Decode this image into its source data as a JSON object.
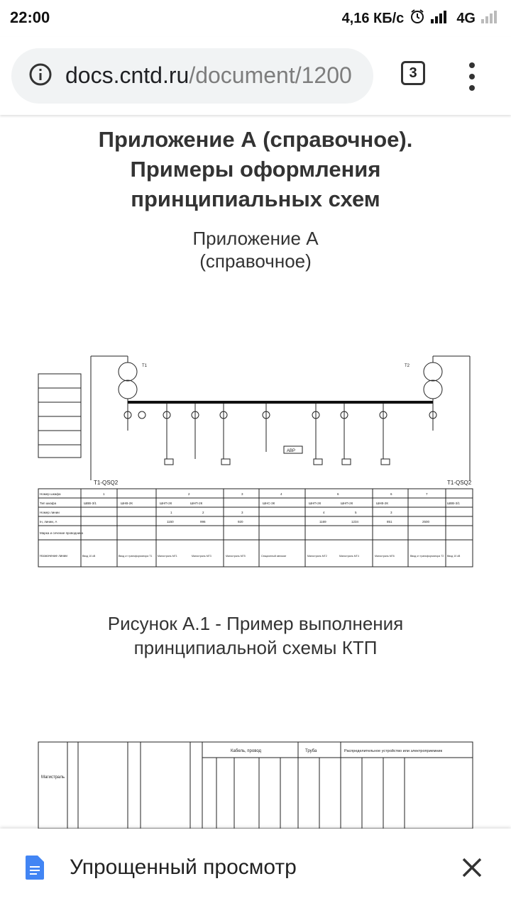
{
  "status_bar": {
    "time": "22:00",
    "net_speed": "4,16 КБ/с",
    "network": "4G"
  },
  "browser": {
    "url_domain": "docs.cntd.ru",
    "url_path": "/document/1200",
    "tab_count": "3"
  },
  "document": {
    "heading_line1": "Приложение А (справочное).",
    "heading_line2": "Примеры оформления",
    "heading_line3": "принципиальных схем",
    "subtitle_line1": "Приложение А",
    "subtitle_line2": "(справочное)",
    "caption_line1": "Рисунок А.1 - Пример выполнения",
    "caption_line2": "принципиальной схемы КТП"
  },
  "diagram": {
    "left_label": "T1-QSQ2",
    "right_label": "T1-QSQ2",
    "transformer_left": "T1",
    "transformer_right": "T2",
    "avr_label": "АВР",
    "row_labels": [
      "Номер шкафа",
      "Тип шкафа",
      "Номер линии",
      "Iн, линии, А",
      "Марка и сечение проводника",
      "Назначение линии"
    ],
    "cabinet_numbers": [
      "1",
      "2",
      "3",
      "4",
      "6",
      "6",
      "7"
    ],
    "cabinet_types": [
      "ШВВ-3/1",
      "ШНВ-2К",
      "ШНП-2К",
      "ШНП-2К",
      "ШНС-3К",
      "ШНП-2К",
      "ШНП-2К",
      "ШНВ-2К",
      "ШВВ-3/1"
    ],
    "line_numbers": [
      "1",
      "2",
      "3",
      "4",
      "5",
      "3"
    ],
    "currents": [
      "1150",
      "996",
      "920",
      "1169",
      "1234",
      "851",
      "2500"
    ],
    "purposes": [
      "Ввод 10 кВ",
      "Ввод от трансформатора Т1",
      "Магистраль МГ1",
      "Магистраль МГ3",
      "Магистраль МГ5",
      "Секционный автомат",
      "Магистраль МГ2",
      "Магистраль МГ4",
      "Магистраль МГ6",
      "Ввод от трансформатора Т2",
      "Ввод 10 кВ"
    ]
  },
  "table2": {
    "col_main": "Магистраль",
    "col_cable": "Кабель, провод",
    "col_pipe": "Труба",
    "col_device": "Распределительное устройство или электроприемник"
  },
  "bottom_bar": {
    "label": "Упрощенный просмотр"
  },
  "icons": {
    "info": "info-icon",
    "menu": "more-vert-icon",
    "doc": "google-docs-icon",
    "close": "close-icon",
    "alarm": "alarm-icon",
    "signal": "signal-icon"
  }
}
